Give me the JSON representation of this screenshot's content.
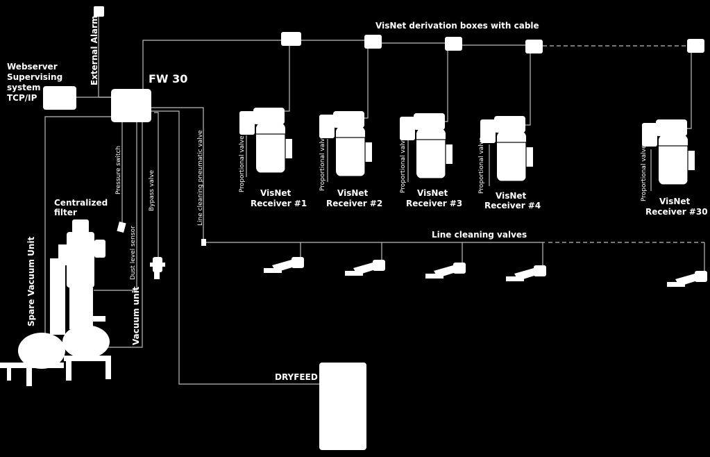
{
  "labels": {
    "webserver_1": "Webserver",
    "webserver_2": "Supervising",
    "webserver_3": "system",
    "webserver_4": "TCP/IP",
    "external_alarm": "External Alarm",
    "fw30": "FW 30",
    "derivation_boxes": "VisNet derivation boxes with cable",
    "pressure_switch": "Pressure switch",
    "bypass_valve": "Bypass valve",
    "dust_level_sensor": "Dust level sensor",
    "line_cleaning_pneumatic_valve": "Line cleaning pneumatic valve",
    "line_cleaning_valves": "Line cleaning valves",
    "centralized_1": "Centralized",
    "centralized_2": "filter",
    "spare_vacuum": "Spare Vacuum Unit",
    "vacuum_unit": "Vacuum unit",
    "dryfeed": "DRYFEED",
    "proportional_valve": "Proportional valve"
  },
  "receivers": [
    {
      "line1": "VisNet",
      "line2": "Receiver #1"
    },
    {
      "line1": "VisNet",
      "line2": "Receiver #2"
    },
    {
      "line1": "VisNet",
      "line2": "Receiver #3"
    },
    {
      "line1": "VisNet",
      "line2": "Receiver #4"
    },
    {
      "line1": "VisNet",
      "line2": "Receiver #30"
    }
  ],
  "colors": {
    "background": "#000000",
    "foreground": "#ffffff",
    "wire": "#bdbdbd"
  }
}
